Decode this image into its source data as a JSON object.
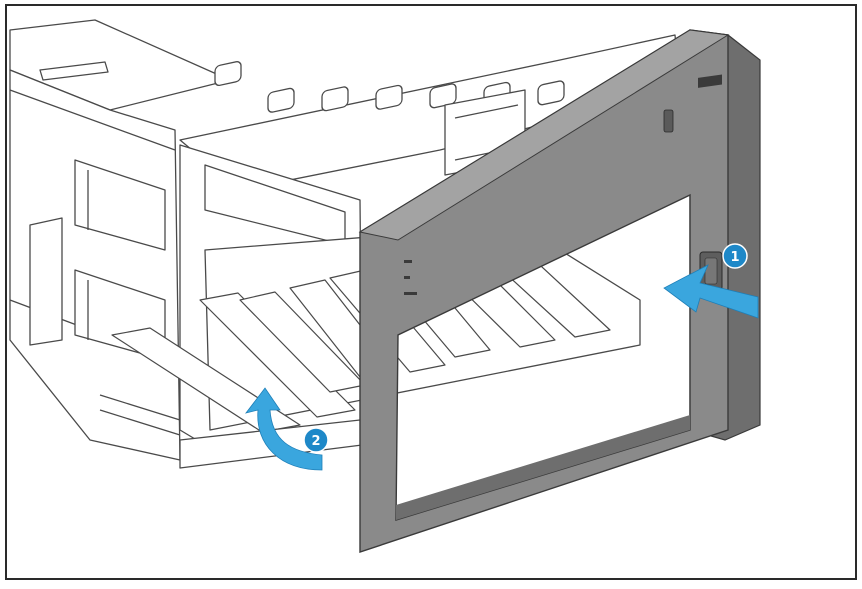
{
  "diagram": {
    "steps": [
      {
        "label": "1",
        "action": "press-latch"
      },
      {
        "label": "2",
        "action": "rotate-bezel-outward"
      }
    ],
    "colors": {
      "callout_fill": "#1e88c8",
      "arrow_fill": "#3aa6de",
      "bezel_fill": "#8a8a8a",
      "bezel_shade": "#6e6e6e",
      "line": "#4a4a4a",
      "frame": "#2a2a2a"
    }
  }
}
